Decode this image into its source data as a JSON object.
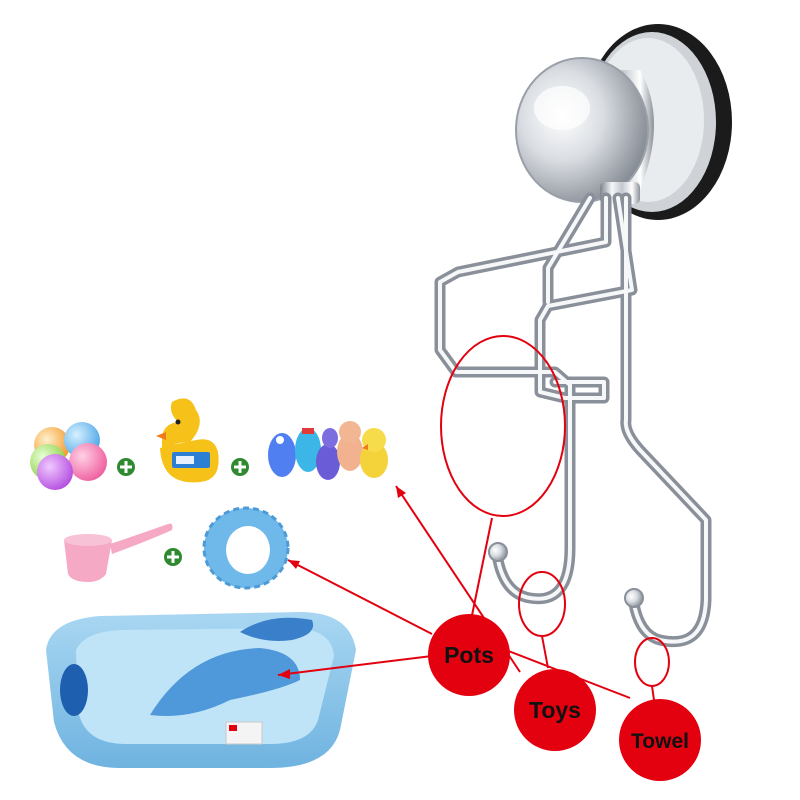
{
  "badges": {
    "pots": "Pots",
    "toys": "Toys",
    "towel": "Towel"
  },
  "product": {
    "item": "suction-cup-wall-hook-rack",
    "accessories": [
      "bath-balls",
      "rubber-duck-thermometer",
      "squeaky-animal-toys",
      "rinse-cup",
      "shampoo-visor-cap",
      "baby-bathtub"
    ]
  },
  "colors": {
    "annotation": "#e3000f",
    "chrome_dark": "#8a8f98",
    "chrome_light": "#f4f6f8",
    "tub_blue": "#8ec7ea",
    "duck_yellow": "#f6c21a",
    "cup_pink": "#f5a9c4",
    "cap_blue": "#6fb8ea"
  }
}
